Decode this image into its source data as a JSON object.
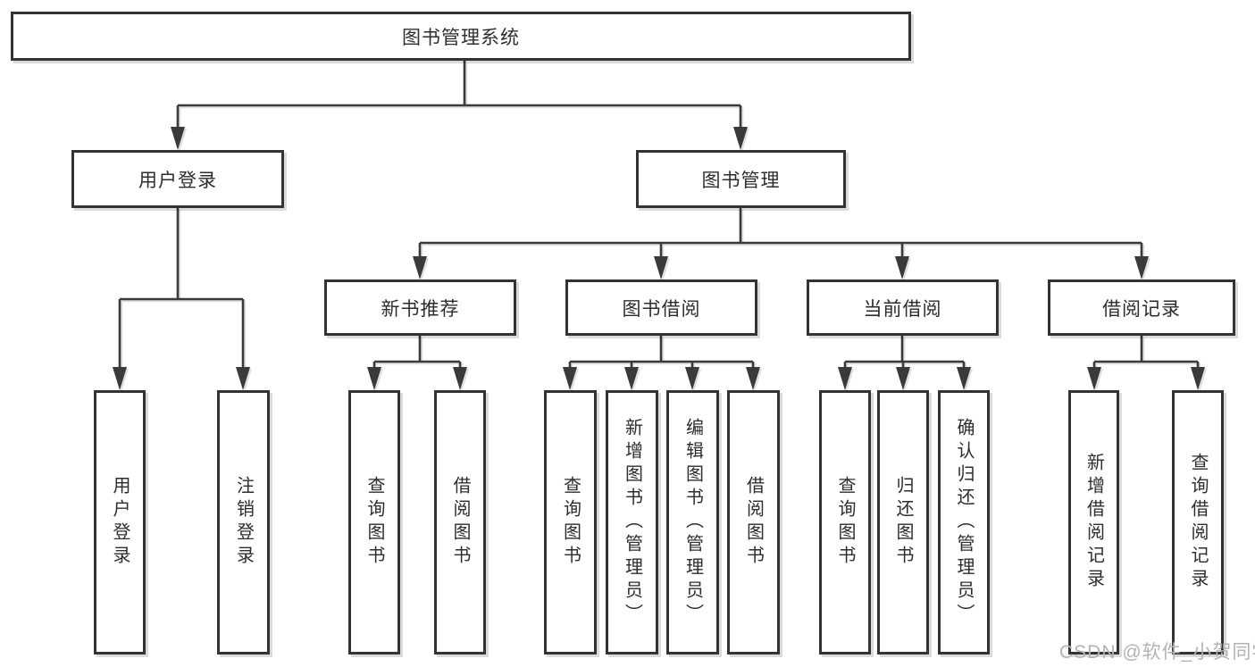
{
  "root": {
    "label": "图书管理系统"
  },
  "level2": [
    {
      "label": "用户登录"
    },
    {
      "label": "图书管理"
    }
  ],
  "level3": [
    {
      "label": "新书推荐"
    },
    {
      "label": "图书借阅"
    },
    {
      "label": "当前借阅"
    },
    {
      "label": "借阅记录"
    }
  ],
  "leaves": {
    "userLogin": [
      {
        "label": "用户登录"
      },
      {
        "label": "注销登录"
      }
    ],
    "newBooks": [
      {
        "label": "查询图书"
      },
      {
        "label": "借阅图书"
      }
    ],
    "bookBorrow": [
      {
        "label": "查询图书"
      },
      {
        "label": "新增图书（管理员）"
      },
      {
        "label": "编辑图书（管理员）"
      },
      {
        "label": "借阅图书"
      }
    ],
    "currentBorrow": [
      {
        "label": "查询图书"
      },
      {
        "label": "归还图书"
      },
      {
        "label": "确认归还（管理员）"
      }
    ],
    "borrowRecords": [
      {
        "label": "新增借阅记录"
      },
      {
        "label": "查询借阅记录"
      }
    ]
  },
  "watermark": "CSDN @软件_小贺同学",
  "colors": {
    "line": "#3a3a3a",
    "border": "#333333",
    "text": "#2d2d2d",
    "watermark": "#b3b3b3"
  }
}
